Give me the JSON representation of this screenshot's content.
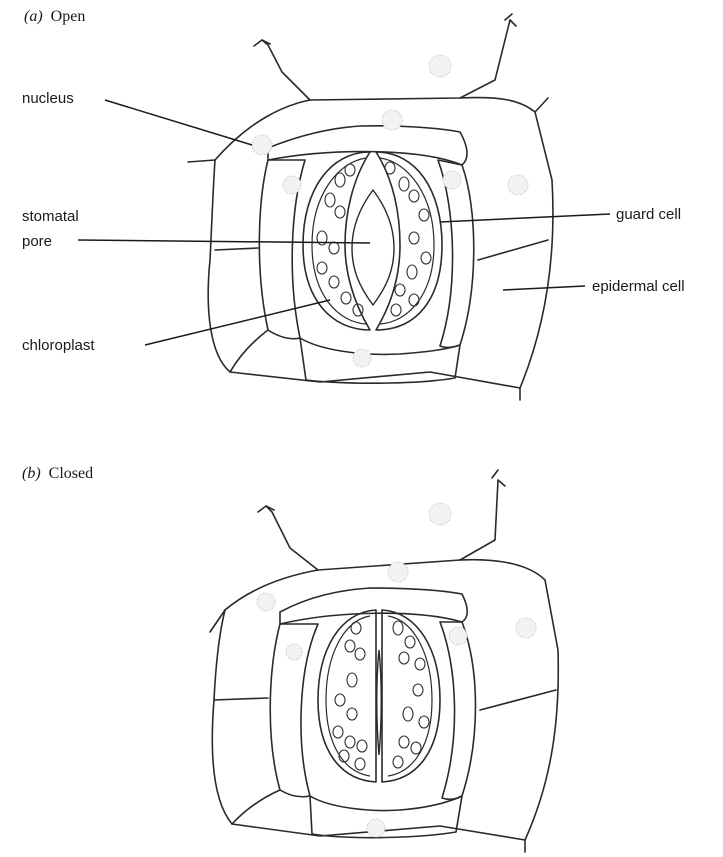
{
  "panels": [
    {
      "letter": "(a)",
      "state": "Open"
    },
    {
      "letter": "(b)",
      "state": "Closed"
    }
  ],
  "labels": {
    "nucleus": "nucleus",
    "stomatal_1": "stomatal",
    "stomatal_2": "pore",
    "chloroplast": "chloroplast",
    "guard_cell": "guard cell",
    "epidermal_cell": "epidermal cell"
  }
}
